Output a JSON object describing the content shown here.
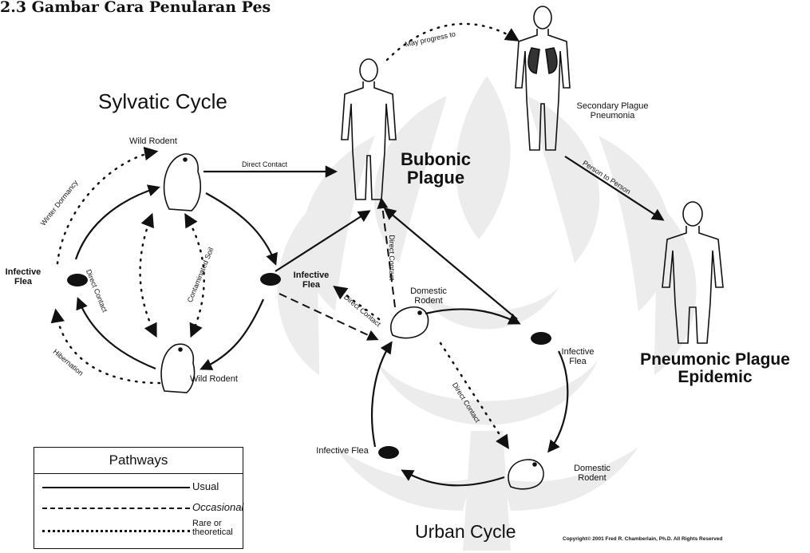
{
  "header": {
    "title": "2.3 Gambar Cara Penularan Pes"
  },
  "labels": {
    "sylvatic_cycle": "Sylvatic Cycle",
    "urban_cycle": "Urban Cycle",
    "bubonic_plague": "Bubonic Plague",
    "pneumonic_plague_epidemic": "Pneumonic Plague Epidemic",
    "secondary_plague_pneumonia": "Secondary Plague Pneumonia",
    "wild_rodent_top": "Wild Rodent",
    "wild_rodent_bottom": "Wild Rodent",
    "infective_flea_left": "Infective Flea",
    "infective_flea_center": "Infective Flea",
    "infective_flea_right": "Infective Flea",
    "infective_flea_bottom": "Infective Flea",
    "domestic_rodent_top": "Domestic Rodent",
    "domestic_rodent_bottom": "Domestic Rodent"
  },
  "edges": {
    "direct_contact_top": "Direct Contact",
    "may_progress_to": "May progress to",
    "person_to_person": "Person to Person",
    "winter_dormancy": "Winter Dormancy",
    "hibernation": "Hibernation",
    "direct_contact_left": "Direct Contact",
    "contaminated_soil": "Contaminated Soil",
    "direct_contact_center": "Direct Contact",
    "direct_contact_vertical": "Direct Contact",
    "direct_contact_urban": "Direct Contact"
  },
  "legend": {
    "title": "Pathways",
    "usual": "Usual",
    "occasional": "Occasional",
    "rare": "Rare or theoretical"
  },
  "copyright": "Copyright© 2001 Fred R. Chamberlain, Ph.D. All Rights Reserved"
}
